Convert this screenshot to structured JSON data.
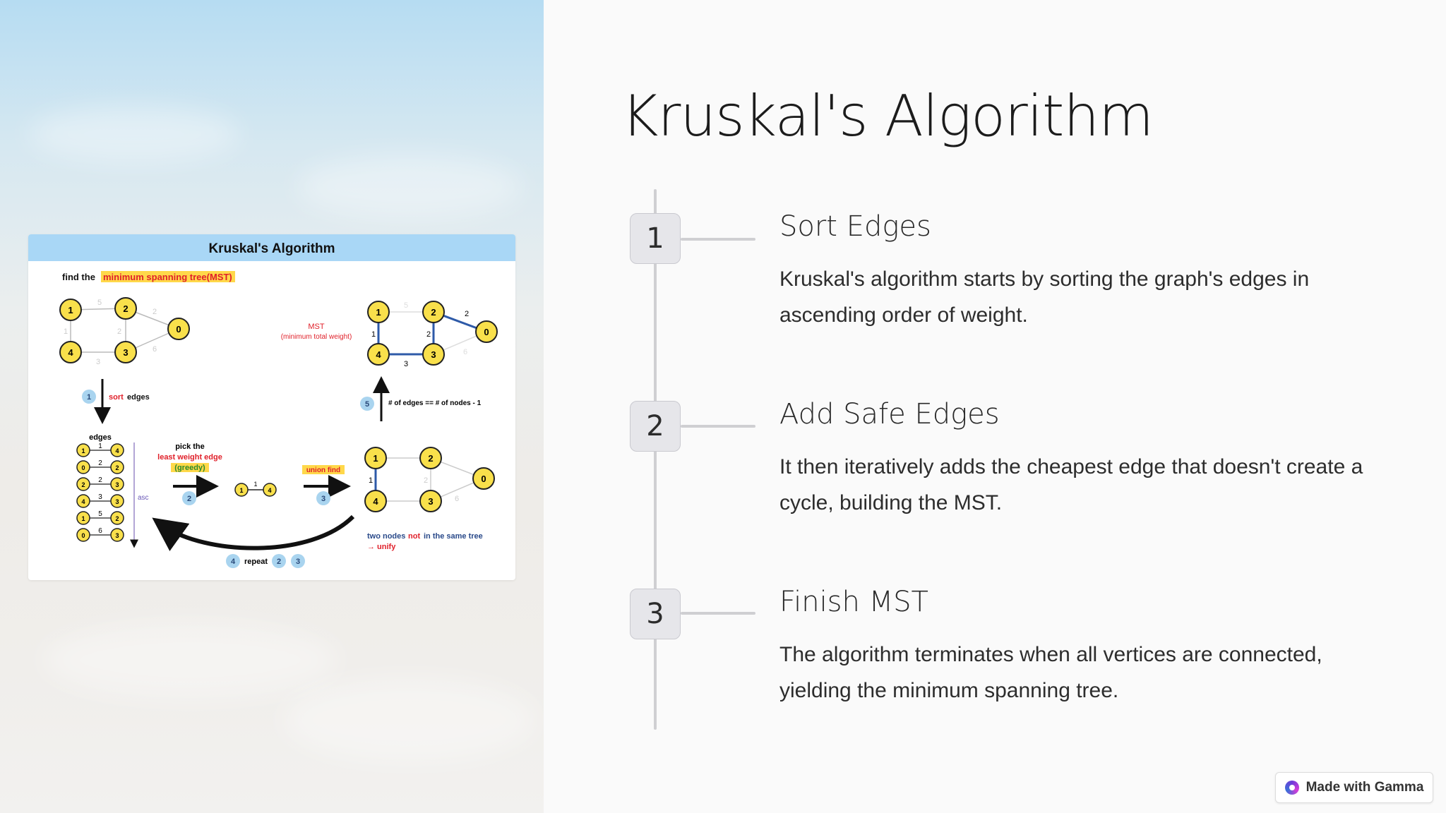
{
  "title": "Kruskal's Algorithm",
  "diagram": {
    "header": "Kruskal's Algorithm",
    "intro_prefix": "find the",
    "intro_highlight": "minimum spanning tree(MST)",
    "mst_label": "MST",
    "mst_sublabel": "(minimum total weight)",
    "sort_label": "sort",
    "sort_suffix": "edges",
    "edge_count_rule": "# of edges == # of nodes - 1",
    "edges_header": "edges",
    "asc_label": "asc",
    "pick_line1": "pick the",
    "pick_line2": "least weight edge",
    "pick_line3": "(greedy)",
    "union_find": "union find",
    "two_nodes_a": "two nodes",
    "two_nodes_not": "not",
    "two_nodes_b": "in the same tree",
    "unify": "→ unify",
    "repeat": "repeat",
    "step_nums": {
      "s1": "1",
      "s2": "2",
      "s3": "3",
      "s4": "4",
      "s5": "5",
      "r2": "2",
      "r3": "3"
    },
    "node_labels": {
      "n0": "0",
      "n1": "1",
      "n2": "2",
      "n3": "3",
      "n4": "4"
    },
    "weights": {
      "w14": "1",
      "w12": "5",
      "w23": "2",
      "w20": "2",
      "w43": "3",
      "w30": "6"
    },
    "edge_list": [
      {
        "a": "1",
        "w": "1",
        "b": "4"
      },
      {
        "a": "0",
        "w": "2",
        "b": "2"
      },
      {
        "a": "2",
        "w": "2",
        "b": "3"
      },
      {
        "a": "4",
        "w": "3",
        "b": "3"
      },
      {
        "a": "1",
        "w": "5",
        "b": "2"
      },
      {
        "a": "0",
        "w": "6",
        "b": "3"
      }
    ]
  },
  "steps": [
    {
      "number": "1",
      "title": "Sort Edges",
      "description": "Kruskal's algorithm starts by sorting the graph's edges in ascending order of weight."
    },
    {
      "number": "2",
      "title": "Add Safe Edges",
      "description": "It then iteratively adds the cheapest edge that doesn't create a cycle, building the MST."
    },
    {
      "number": "3",
      "title": "Finish MST",
      "description": "The algorithm terminates when all vertices are connected, yielding the minimum spanning tree."
    }
  ],
  "badge": "Made with Gamma",
  "colors": {
    "accent": "#e0202a",
    "node_fill": "#f9e04b",
    "header_bar": "#a9d7f6",
    "highlight": "#ffd84a",
    "mst_edge": "#2e5aa8",
    "step_circle": "#a9d4ef"
  }
}
